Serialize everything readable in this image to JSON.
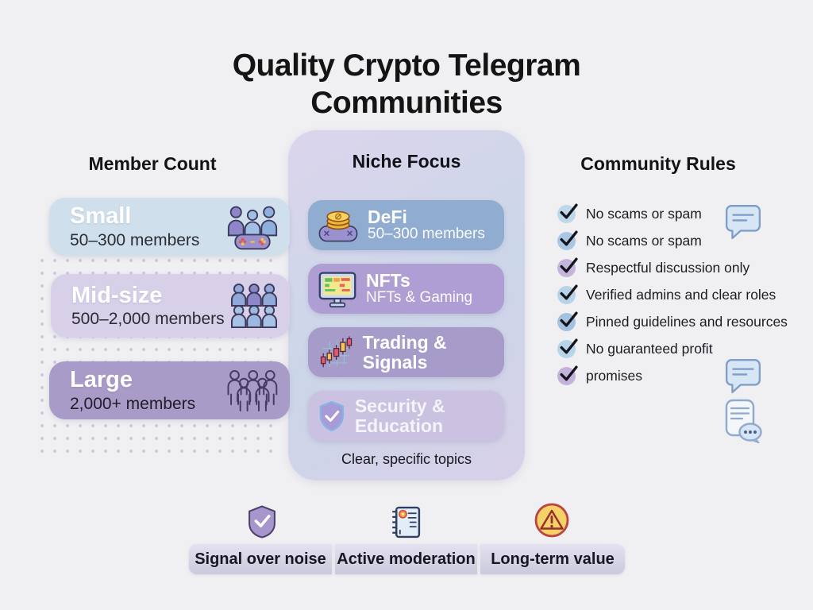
{
  "title": "Quality Crypto Telegram Communities",
  "member_count": {
    "heading": "Member Count",
    "cards": [
      {
        "title": "Small",
        "subtitle": "50–300 members",
        "icon": "people-trio-controller-icon",
        "bg": "#cfe0ec"
      },
      {
        "title": "Mid-size",
        "subtitle": "500–2,000 members",
        "icon": "people-six-icon",
        "bg": "#d7d0e8"
      },
      {
        "title": "Large",
        "subtitle": "2,000+ members",
        "icon": "people-crowd-outline-icon",
        "bg": "#a89bc8"
      }
    ]
  },
  "niche_focus": {
    "heading": "Niche Focus",
    "cards": [
      {
        "title": "DeFi",
        "subtitle": "50–300 members",
        "icon": "coins-controller-icon",
        "bg": "#90acd0"
      },
      {
        "title": "NFTs",
        "subtitle": "NFTs & Gaming",
        "icon": "nft-monitor-icon",
        "bg": "#ae9ed3"
      },
      {
        "title": "Trading & Signals",
        "subtitle": "",
        "icon": "candlestick-chart-icon",
        "bg": "#a79bca"
      },
      {
        "title": "Security & Education",
        "subtitle": "",
        "icon": "shield-check-icon",
        "bg": "#cbc1e0"
      }
    ],
    "caption": "Clear, specific topics"
  },
  "community_rules": {
    "heading": "Community Rules",
    "items": [
      {
        "label": "No scams or spam",
        "check_bg": "#bcd8ea"
      },
      {
        "label": "No scams or spam",
        "check_bg": "#a9c6e2"
      },
      {
        "label": "Respectful discussion only",
        "check_bg": "#c5b5da"
      },
      {
        "label": "Verified admins and clear roles",
        "check_bg": "#b6d3e8"
      },
      {
        "label": "Pinned guidelines and resources",
        "check_bg": "#a3c2e0"
      },
      {
        "label": "No guaranteed profit",
        "check_bg": "#b6d5e8"
      },
      {
        "label": "promises",
        "check_bg": "#c3b2dc"
      }
    ],
    "side_icons": [
      "chat-bubble-icon",
      "chat-bubble-icon",
      "document-chat-icon"
    ]
  },
  "footer": {
    "badges": [
      {
        "label": "Signal over noise",
        "icon": "shield-check-badge-icon"
      },
      {
        "label": "Active moderation",
        "icon": "notebook-icon"
      },
      {
        "label": "Long-term value",
        "icon": "warning-icon"
      }
    ]
  },
  "colors": {
    "page_bg": "#f0eff2",
    "panel_gradient_start": "#dbd5ec",
    "panel_gradient_mid": "#ccd6e9",
    "panel_gradient_end": "#d7d0e8",
    "badge_bar_top": "#e4e1f0",
    "badge_bar_bottom": "#cacadd",
    "title_text": "#141414",
    "card_title_text": "#ffffff",
    "dots": "#cbc5df"
  }
}
